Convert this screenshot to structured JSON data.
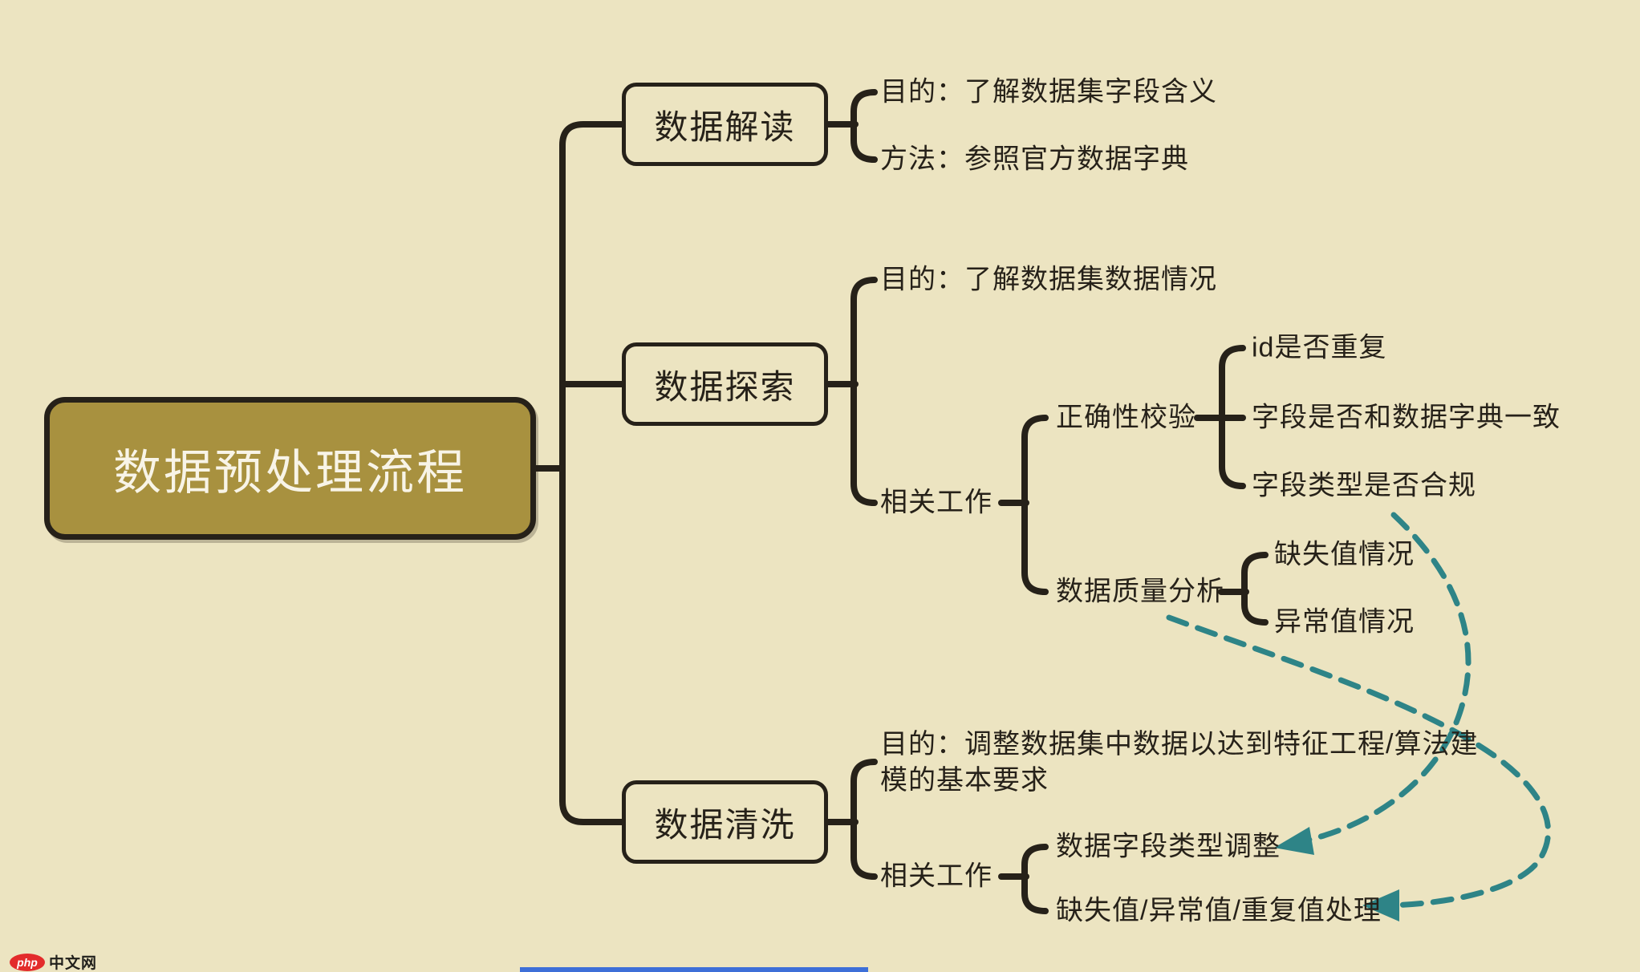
{
  "title": "数据预处理流程思维导图",
  "colors": {
    "background": "#ece4c1",
    "ink": "#262119",
    "root_fill": "#a8913f",
    "root_text": "#f8f4e7",
    "dashed_arrow": "#2e8487",
    "watermark_red": "#e32b2b",
    "bottom_bar_blue": "#3d6fd8"
  },
  "mindmap": {
    "root": "数据预处理流程",
    "interpret": {
      "title": "数据解读",
      "purpose": "目的：了解数据集字段含义",
      "method": "方法：参照官方数据字典"
    },
    "explore": {
      "title": "数据探索",
      "purpose": "目的：了解数据集数据情况",
      "work": "相关工作",
      "correctness": {
        "title": "正确性校验",
        "items": [
          "id是否重复",
          "字段是否和数据字典一致",
          "字段类型是否合规"
        ]
      },
      "quality": {
        "title": "数据质量分析",
        "items": [
          "缺失值情况",
          "异常值情况"
        ]
      }
    },
    "clean": {
      "title": "数据清洗",
      "purpose": "目的：调整数据集中数据以达到特征工程/算法建模的基本要求",
      "work": "相关工作",
      "items": [
        "数据字段类型调整",
        "缺失值/异常值/重复值处理"
      ]
    },
    "arrows": [
      {
        "from": "字段类型是否合规",
        "to": "数据字段类型调整",
        "style": "dashed-teal"
      },
      {
        "from": "数据质量分析",
        "to": "缺失值/异常值/重复值处理",
        "style": "dashed-teal"
      }
    ]
  },
  "watermark": {
    "logo": "php",
    "site": "中文网"
  }
}
